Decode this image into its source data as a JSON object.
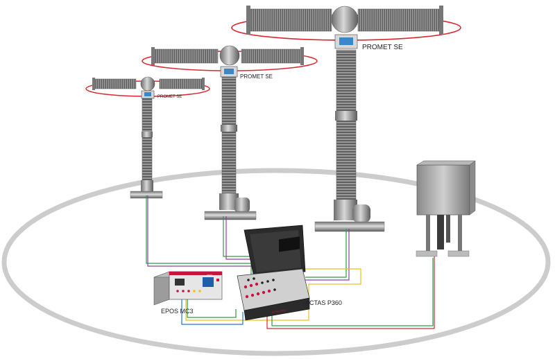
{
  "labels": {
    "promet_large": "PROMET SE",
    "promet_medium": "PROMET SE",
    "promet_small": "PROMET SE",
    "epos": "EPOS MC3",
    "actas": "ACTAS P360"
  },
  "device_panel_text": {
    "actas_brand": "ACTAS P360",
    "epos_brand": "EPOS"
  },
  "colors": {
    "ring_red": "#d9282f",
    "wire_green": "#2e9a4a",
    "wire_purple": "#8b3fa3",
    "wire_yellow": "#e8c21e",
    "wire_blue": "#2a74c9",
    "wire_red": "#d9282f",
    "ground_ellipse": "#cfcfcf",
    "accent_red": "#c8143c"
  }
}
